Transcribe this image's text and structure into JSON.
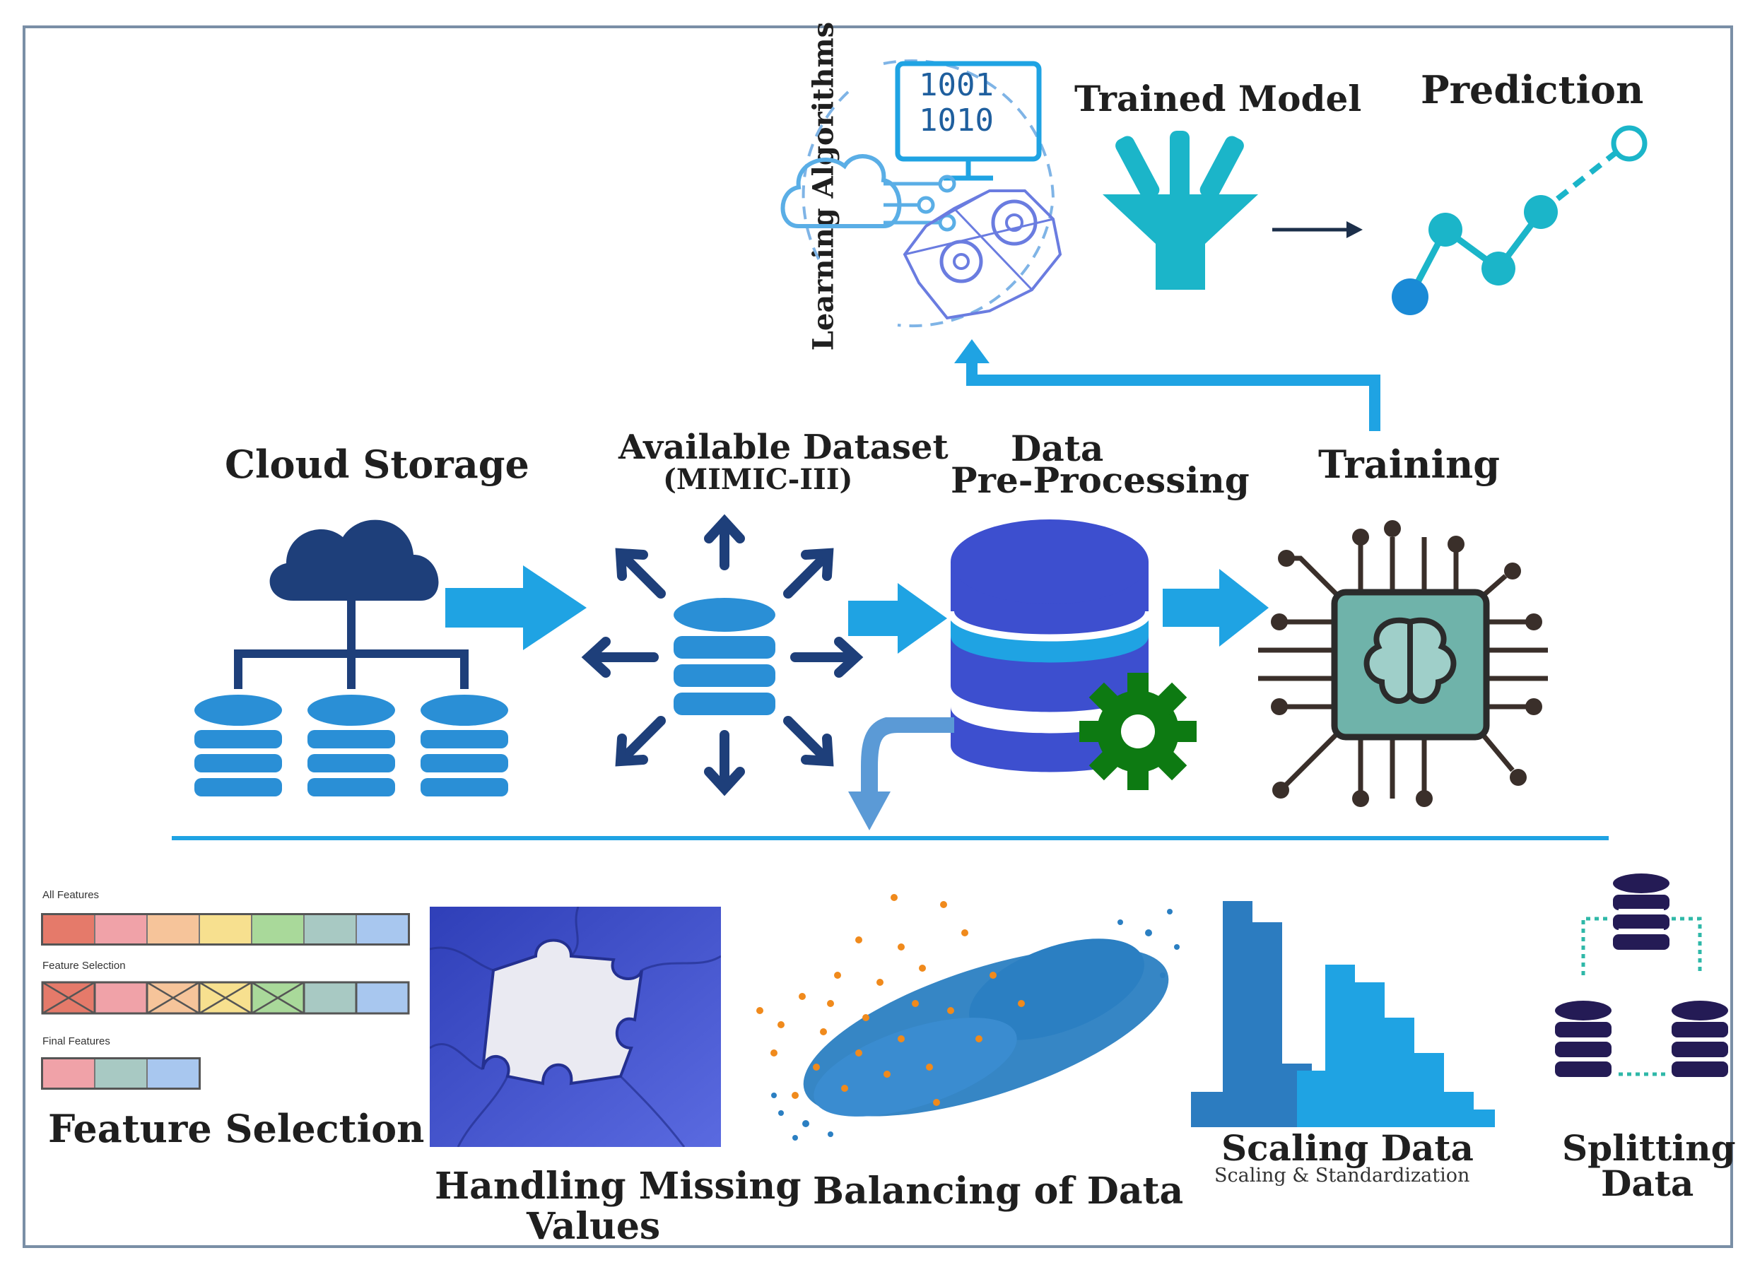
{
  "labels": {
    "learning_algorithms": "Learning Algorithms",
    "binary_top": "1001",
    "binary_bottom": "1010",
    "trained_model": "Trained Model",
    "prediction": "Prediction",
    "cloud_storage": "Cloud Storage",
    "available_dataset": "Available Dataset",
    "mimic": "(MIMIC-III)",
    "data_line1": "Data",
    "data_line2": "Pre-Processing",
    "training": "Training",
    "feature_selection": "Feature Selection",
    "handling_missing_1": "Handling Missing",
    "handling_missing_2": "Values",
    "balancing": "Balancing of Data",
    "scaling": "Scaling Data",
    "scaling_sub": "Scaling & Standardization",
    "splitting_1": "Splitting",
    "splitting_2": "Data"
  },
  "feature_panel": {
    "all_features": "All Features",
    "feature_selection": "Feature Selection",
    "final_features": "Final Features"
  },
  "colors": {
    "arrow_blue": "#1fa3e3",
    "navy": "#1c3f7a",
    "db_blue": "#2a8fd6",
    "teal": "#1bb5c9",
    "gear_green": "#0d7a12",
    "purple_db": "#2a1f5c",
    "chip": "#6fb3aa"
  }
}
